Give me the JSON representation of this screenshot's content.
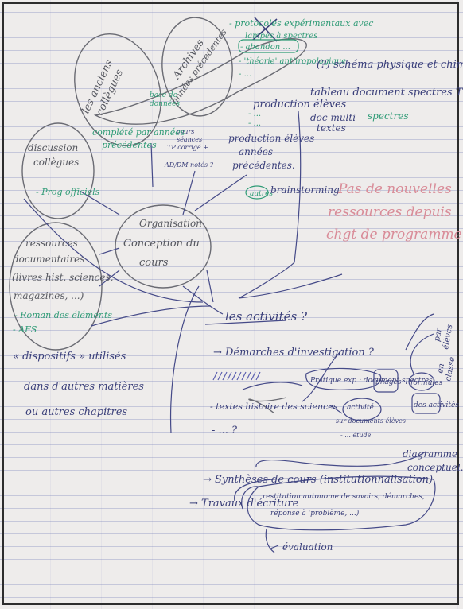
{
  "page": {
    "background": "#eeeceb",
    "ink": "#3a3f7a",
    "green_ink": "#2f9b76",
    "pink_ink": "#d98c98",
    "pencil": "#55575f"
  },
  "nodes": {
    "anciens_collegues": [
      "les anciens",
      "collègues"
    ],
    "archives": [
      "Archives",
      "années précédentes"
    ],
    "discussion": [
      "discussion",
      "collègues"
    ],
    "prog_officiels": "- Prog officiels",
    "ressources": [
      "ressources",
      "documentaires",
      "(livres hist. sciences,",
      "magazines, ...)"
    ],
    "roman": [
      "- Roman des éléments",
      "- AFS"
    ],
    "dispositifs": [
      "« dispositifs » utilisés",
      "dans d'autres matières",
      "ou autres chapitres"
    ],
    "organisation": [
      "Organisation",
      "Conception du",
      "cours"
    ],
    "cours_seances": [
      "cours",
      "séances",
      "TP corrigé +",
      "AD/DM notés ?"
    ],
    "productions": [
      "production élèves",
      "années",
      "précédentes."
    ],
    "autres": "autres",
    "brainstorming": "brainstorming",
    "activites": "les activités ?",
    "demarches": "→ Démarches d'investigation ?",
    "pratique": "Pratique exp : document spectres",
    "textes_histoire": "- textes histoire des sciences",
    "etc": "- ... ?",
    "syntheses": "→ Synthèses de cours (institutionnalisation)",
    "diagramme": [
      "diagramme",
      "conceptuel."
    ],
    "travaux": "→ Travaux d'écriture",
    "travaux_detail": [
      "restitution autonome de savoirs, démarches,",
      "réponse à 'problème, ...)"
    ],
    "evaluation": "évaluation"
  },
  "green_notes": {
    "protocoles": [
      "- protocoles expérimentaux avec",
      "lampes à spectres"
    ],
    "notes_top": [
      "- abandon ...",
      "- 'théorie' anthropologique",
      "- ..."
    ],
    "base_donnees": [
      "base de",
      "données"
    ],
    "complete_annees": [
      "complété par années",
      "précédentes"
    ],
    "small_right": [
      "- ...",
      "- ..."
    ],
    "spectres": "spectres"
  },
  "top_right": {
    "schema": "(?) schéma physique et chimie",
    "tableau": "tableau document spectres TP.",
    "doc_multi": "doc multi",
    "textes": "textes"
  },
  "pink_note": [
    "Pas de nouvelles",
    "ressources depuis",
    "chgt de programme"
  ],
  "right_side": {
    "images": "images",
    "formules": "formules",
    "autres_activites": "des activités",
    "activite": "activité",
    "sur_documents": "sur documents élèves",
    "etude": "- ... étude",
    "vertical": [
      "par",
      "élèves",
      "en",
      "classe"
    ]
  }
}
